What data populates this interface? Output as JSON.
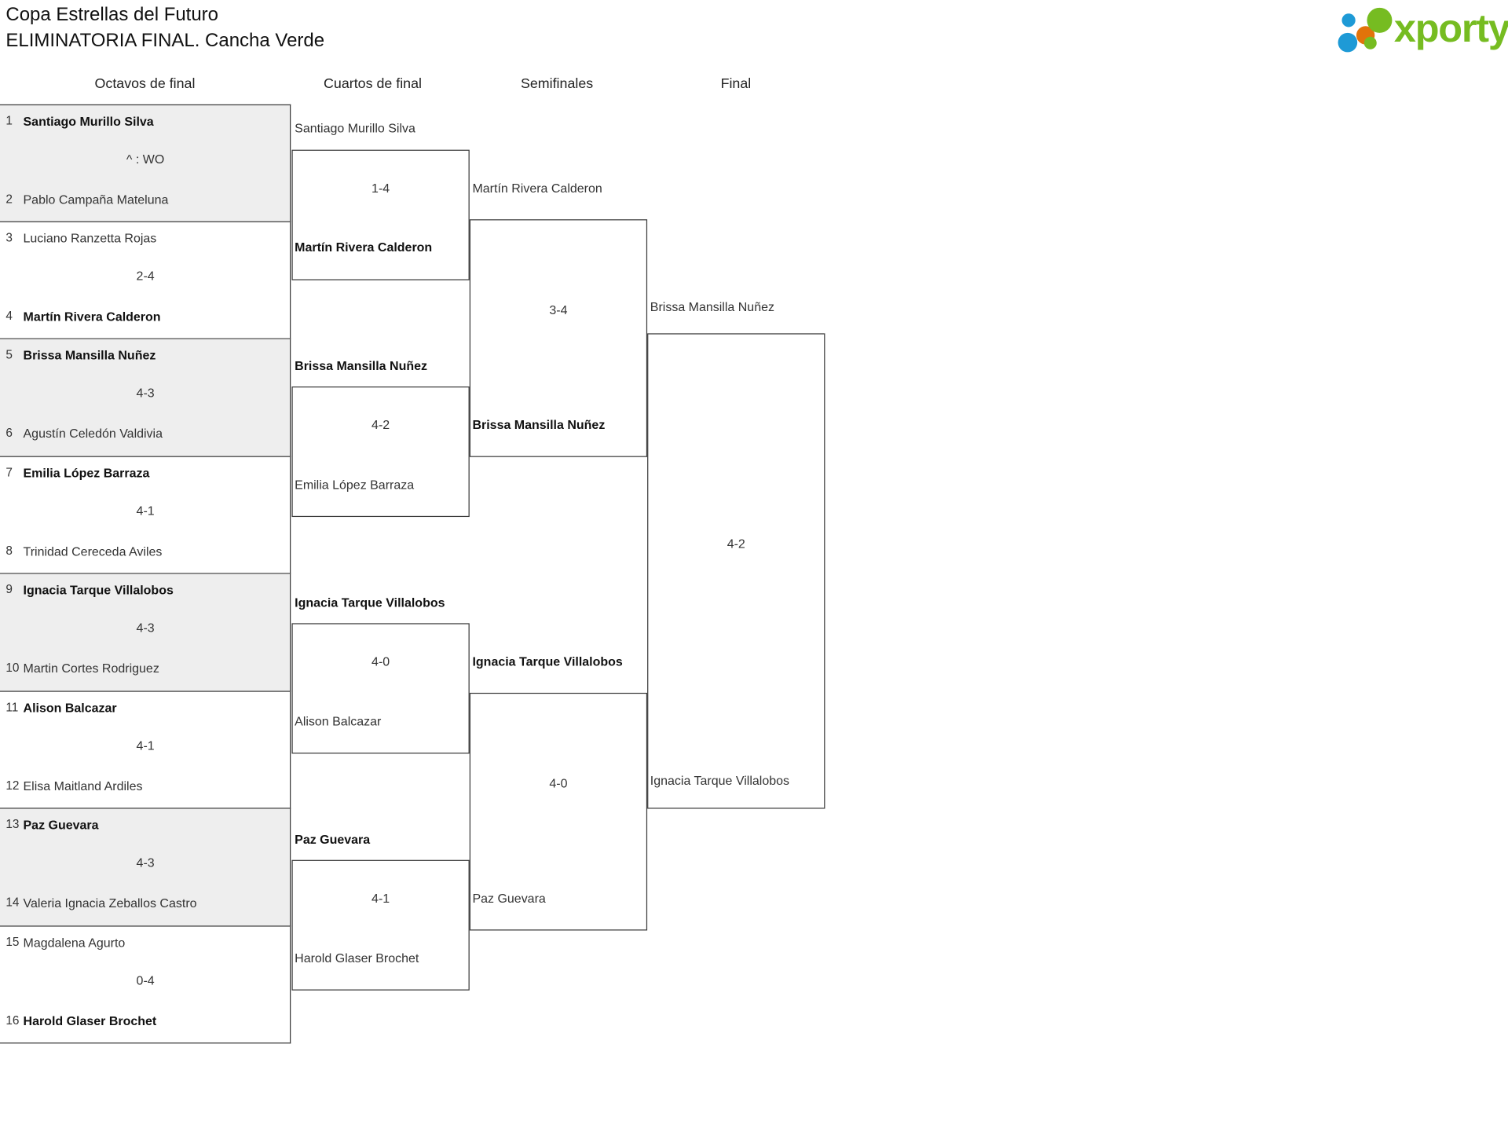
{
  "header": {
    "title_line1": "Copa Estrellas del Futuro",
    "title_line2": "ELIMINATORIA FINAL. Cancha Verde",
    "logo_text": "xporty",
    "logo_colors": {
      "green": "#76bc21",
      "blue": "#1e9ad6",
      "orange": "#e2730a"
    }
  },
  "rounds": [
    {
      "label": "Octavos de final"
    },
    {
      "label": "Cuartos de final"
    },
    {
      "label": "Semifinales"
    },
    {
      "label": "Final"
    }
  ],
  "round1": {
    "matches": [
      {
        "top": {
          "seed": "1",
          "name": "Santiago Murillo Silva",
          "winner": true
        },
        "bot": {
          "seed": "2",
          "name": "Pablo Campaña Mateluna",
          "winner": false
        },
        "score": "^ : WO",
        "shaded": true
      },
      {
        "top": {
          "seed": "3",
          "name": "Luciano Ranzetta Rojas",
          "winner": false
        },
        "bot": {
          "seed": "4",
          "name": "Martín Rivera Calderon",
          "winner": true
        },
        "score": "2-4",
        "shaded": false
      },
      {
        "top": {
          "seed": "5",
          "name": "Brissa Mansilla Nuñez",
          "winner": true
        },
        "bot": {
          "seed": "6",
          "name": "Agustín Celedón Valdivia",
          "winner": false
        },
        "score": "4-3",
        "shaded": true
      },
      {
        "top": {
          "seed": "7",
          "name": "Emilia López Barraza",
          "winner": true
        },
        "bot": {
          "seed": "8",
          "name": "Trinidad Cereceda Aviles",
          "winner": false
        },
        "score": "4-1",
        "shaded": false
      },
      {
        "top": {
          "seed": "9",
          "name": "Ignacia Tarque Villalobos",
          "winner": true
        },
        "bot": {
          "seed": "10",
          "name": "Martin Cortes Rodriguez",
          "winner": false
        },
        "score": "4-3",
        "shaded": true
      },
      {
        "top": {
          "seed": "11",
          "name": "Alison Balcazar",
          "winner": true
        },
        "bot": {
          "seed": "12",
          "name": "Elisa Maitland Ardiles",
          "winner": false
        },
        "score": "4-1",
        "shaded": false
      },
      {
        "top": {
          "seed": "13",
          "name": "Paz Guevara",
          "winner": true
        },
        "bot": {
          "seed": "14",
          "name": "Valeria Ignacia Zeballos Castro",
          "winner": false
        },
        "score": "4-3",
        "shaded": true
      },
      {
        "top": {
          "seed": "15",
          "name": "Magdalena Agurto",
          "winner": false
        },
        "bot": {
          "seed": "16",
          "name": "Harold Glaser Brochet",
          "winner": true
        },
        "score": "0-4",
        "shaded": false
      }
    ]
  },
  "round2": {
    "matches": [
      {
        "top_name": "Santiago Murillo Silva",
        "top_winner": false,
        "bot_name": "Martín Rivera Calderon",
        "bot_winner": true,
        "score": "1-4"
      },
      {
        "top_name": "Brissa Mansilla Nuñez",
        "top_winner": true,
        "bot_name": "Emilia López Barraza",
        "bot_winner": false,
        "score": "4-2"
      },
      {
        "top_name": "Ignacia Tarque Villalobos",
        "top_winner": true,
        "bot_name": "Alison Balcazar",
        "bot_winner": false,
        "score": "4-0"
      },
      {
        "top_name": "Paz Guevara",
        "top_winner": true,
        "bot_name": "Harold Glaser Brochet",
        "bot_winner": false,
        "score": "4-1"
      }
    ]
  },
  "round3": {
    "matches": [
      {
        "top_name": "Martín Rivera Calderon",
        "top_winner": false,
        "bot_name": "Brissa Mansilla Nuñez",
        "bot_winner": true,
        "score": "3-4"
      },
      {
        "top_name": "Ignacia Tarque Villalobos",
        "top_winner": true,
        "bot_name": "Paz Guevara",
        "bot_winner": false,
        "score": "4-0"
      }
    ]
  },
  "round4": {
    "matches": [
      {
        "top_name": "Brissa Mansilla Nuñez",
        "top_winner": true,
        "bot_name": "Ignacia Tarque Villalobos",
        "bot_winner": false,
        "score": "4-2"
      }
    ]
  }
}
